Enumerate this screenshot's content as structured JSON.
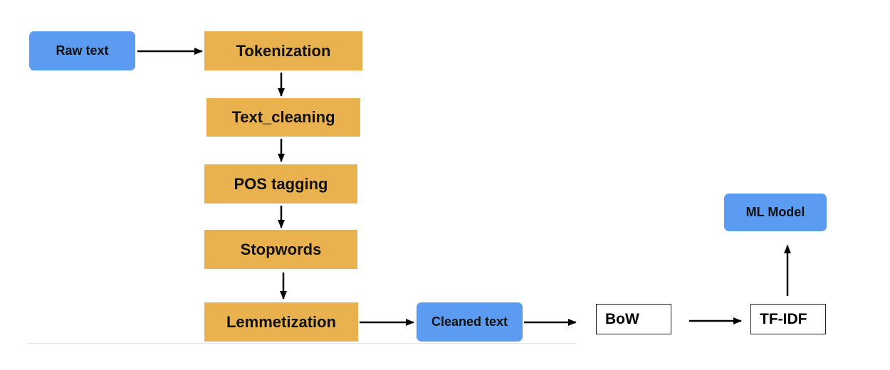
{
  "nodes": {
    "raw_text": "Raw text",
    "tokenization": "Tokenization",
    "text_cleaning": "Text_cleaning",
    "pos_tagging": "POS tagging",
    "stopwords": "Stopwords",
    "lemmetization": "Lemmetization",
    "cleaned_text": "Cleaned text",
    "bow": "BoW",
    "tf_idf": "TF-IDF",
    "ml_model": "ML Model"
  },
  "colors": {
    "blue_box": "#5b9cf2",
    "orange_box": "#e9b24e",
    "arrow": "#000000",
    "outline": "#222222"
  }
}
